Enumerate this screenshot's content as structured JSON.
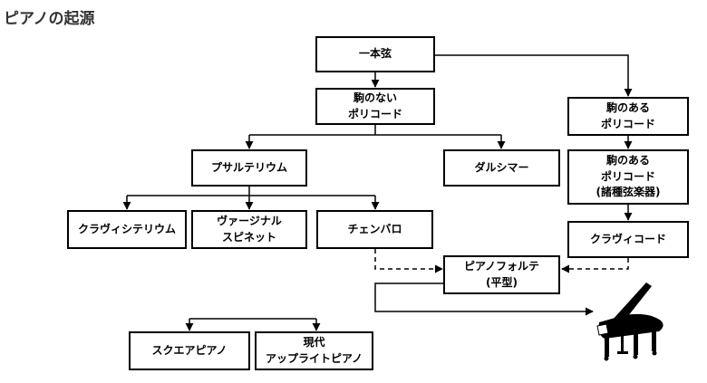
{
  "page": {
    "title": "ピアノの起源"
  },
  "nodes": {
    "ippongen": "一本弦",
    "koma_nai": "駒のない\nポリコード",
    "koma_aru": "駒のある\nポリコード",
    "koma_aru_shogen": "駒のある\nポリコード\n(諸種弦楽器)",
    "psaltery": "プサルテリウム",
    "dulcimer": "ダルシマー",
    "clavicytherium": "クラヴィシテリウム",
    "virginal": "ヴァージナル\nスピネット",
    "cembalo": "チェンバロ",
    "clavichord": "クラヴィコード",
    "pianoforte": "ピアノフォルテ\n(平型)",
    "square_piano": "スクエアピアノ",
    "upright": "現代\nアップライトピアノ"
  },
  "icons": {
    "grand_piano": "grand-piano-icon"
  }
}
